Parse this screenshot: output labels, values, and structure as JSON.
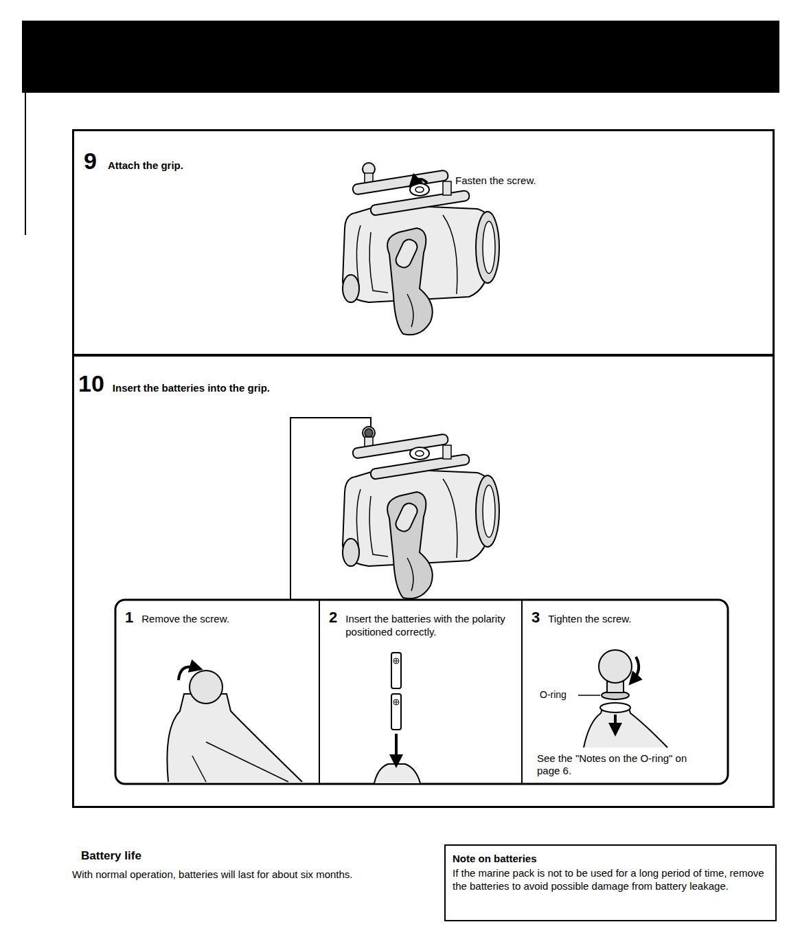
{
  "diagram": {
    "nodes": [
      {
        "text": [
          "9",
          "Attach the grip."
        ]
      },
      {
        "text": [
          "10",
          "Insert the batteries into the grip."
        ]
      },
      {
        "text": [
          "1",
          "Remove the screw."
        ],
        "in": 1
      },
      {
        "text": [
          "2",
          "Insert the batteries with the polarity positioned correctly."
        ],
        "in": 1
      },
      {
        "text": [
          "3",
          "Tighten the screw.",
          "See the \"Notes on the O-ring\" on page 6."
        ],
        "in": 1
      },
      {
        "text": [
          "Note on batteries",
          "If the marine pack is not to be used for a long period of time, remove the batteries to avoid possible damage from battery leakage."
        ]
      }
    ],
    "edges": [],
    "labels": [
      "Fasten the screw.",
      "O-ring",
      "Battery life",
      "With normal operation, batteries will last for about six months."
    ]
  }
}
